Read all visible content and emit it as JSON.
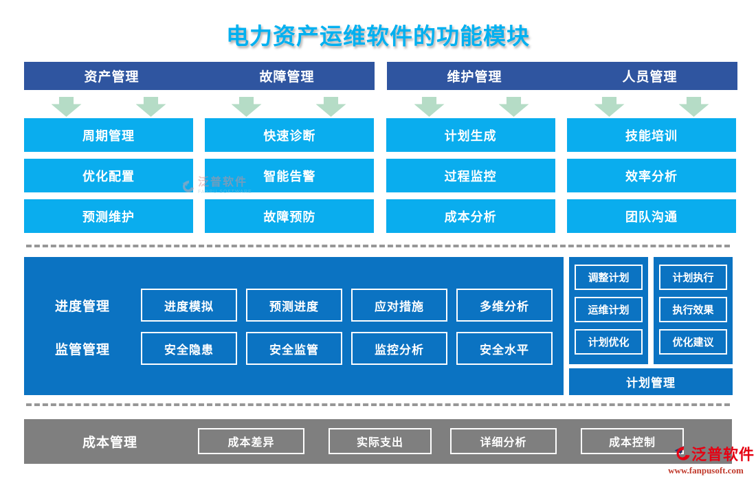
{
  "title": "电力资产运维软件的功能模块",
  "columns": [
    {
      "header": "资产管理",
      "items": [
        "周期管理",
        "优化配置",
        "预测维护"
      ]
    },
    {
      "header": "故障管理",
      "items": [
        "快速诊断",
        "智能告警",
        "故障预防"
      ]
    },
    {
      "header": "维护管理",
      "items": [
        "计划生成",
        "过程监控",
        "成本分析"
      ]
    },
    {
      "header": "人员管理",
      "items": [
        "技能培训",
        "效率分析",
        "团队沟通"
      ]
    }
  ],
  "middle": {
    "rows": [
      {
        "label": "进度管理",
        "items": [
          "进度模拟",
          "预测进度",
          "应对措施",
          "多维分析"
        ]
      },
      {
        "label": "监管管理",
        "items": [
          "安全隐患",
          "安全监管",
          "监控分析",
          "安全水平"
        ]
      }
    ],
    "plan_groups": [
      [
        "调整计划",
        "运维计划",
        "计划优化"
      ],
      [
        "计划执行",
        "执行效果",
        "优化建议"
      ]
    ],
    "plan_footer": "计划管理"
  },
  "bottom": {
    "label": "成本管理",
    "items": [
      "成本差异",
      "实际支出",
      "详细分析",
      "成本控制"
    ]
  },
  "watermark": {
    "name": "泛普软件",
    "sub": "FANPU SOFTWARE"
  },
  "logo": {
    "name": "泛普软件",
    "url": "www.fanpusoft.com"
  },
  "colors": {
    "title": "#00b0f0",
    "header_bg": "#2f55a0",
    "module_box": "#0aadee",
    "panel_bg": "#0b73c2",
    "cost_bg": "#7f7f7f",
    "arrow": "#b5dcc6",
    "logo_red": "#e60012"
  }
}
